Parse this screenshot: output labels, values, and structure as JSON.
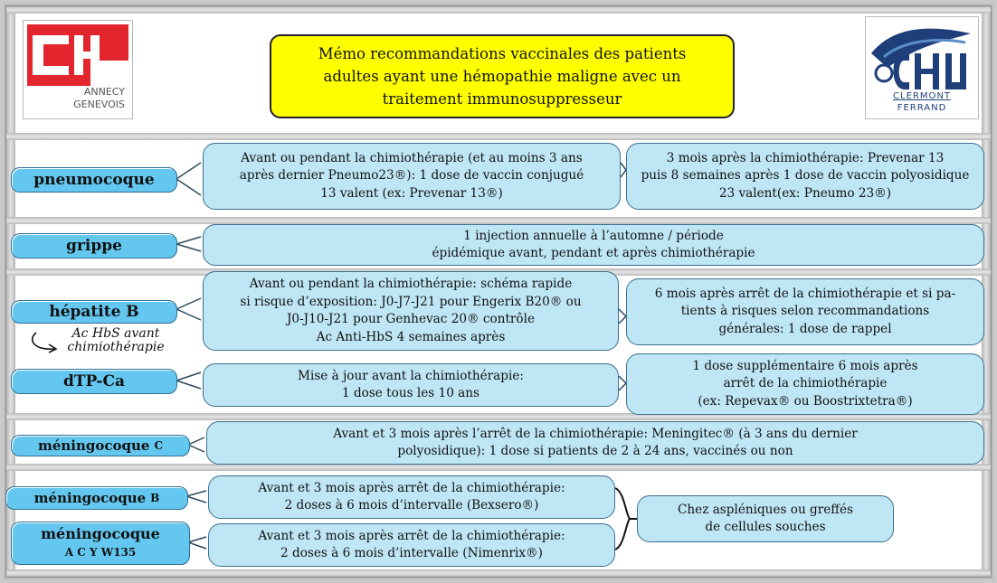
{
  "title_lines": [
    "Mémo recommandations vaccinales des patients",
    "adultes ayant une hémopathie maligne avec un",
    "traitement immunosuppresseur"
  ],
  "logo_left": {
    "mark": "CH",
    "line1": "ANNECY",
    "line2": "GENEVOIS",
    "color": "#e3262d"
  },
  "logo_right": {
    "mark": "CHU",
    "line1": "CLERMONT",
    "line2": "FERRAND",
    "color": "#1f3f7a"
  },
  "vaccines": {
    "pneumocoque": "pneumocoque",
    "grippe": "grippe",
    "hepatite_b": "hépatite B",
    "hepatite_note": [
      "Ac HbS avant",
      "chimiothérapie"
    ],
    "dtp": "dTP-Ca",
    "menc_main": "méningocoque",
    "menc_suffix": "C",
    "menb_main": "méningocoque",
    "menb_suffix": "B",
    "menacyw_main": "méningocoque",
    "menacyw_sub": "A C Y W135"
  },
  "bubbles": {
    "pneumo_before": [
      "Avant ou pendant la chimiothérapie (et au moins 3 ans",
      "après dernier Pneumo23®): 1 dose de vaccin conjugué",
      "13 valent (ex: Prevenar 13®)"
    ],
    "pneumo_after": [
      "3 mois après la chimiothérapie: Prevenar 13",
      "puis 8 semaines après 1 dose de vaccin polyosidique",
      "23 valent(ex: Pneumo 23®)"
    ],
    "grippe": [
      "1 injection annuelle à l’automne / période",
      "épidémique avant, pendant et après chimiothérapie"
    ],
    "hepb_before": [
      "Avant ou pendant la chimiothérapie: schéma rapide",
      "si risque d’exposition: J0-J7-J21 pour Engerix B20® ou",
      "J0-J10-J21 pour Genhevac 20® contrôle",
      "Ac Anti-HbS 4 semaines après"
    ],
    "hepb_after": [
      "6 mois après arrêt de la chimiothérapie et si pa-",
      "tients à risques selon recommandations",
      "générales: 1 dose de rappel"
    ],
    "dtp_before": [
      "Mise à jour avant la chimiothérapie:",
      "1 dose tous les 10 ans"
    ],
    "dtp_after": [
      "1 dose supplémentaire 6 mois après",
      "arrêt de la chimiothérapie",
      "(ex: Repevax® ou Boostrixtetra®)"
    ],
    "menc": [
      "Avant et 3 mois après l’arrêt de la chimiothérapie: Meningitec® (à 3 ans du dernier",
      "polyosidique): 1 dose si patients de 2 à 24 ans, vaccinés ou non"
    ],
    "menb": [
      "Avant et 3 mois après arrêt de la chimiothérapie:",
      "2 doses à 6 mois d’intervalle (Bexsero®)"
    ],
    "menacyw": [
      "Avant et 3 mois après arrêt de la chimiothérapie:",
      "2 doses à 6 mois d’intervalle (Nimenrix®)"
    ],
    "asplenic": [
      "Chez aspléniques ou greffés",
      "de cellules souches"
    ]
  },
  "colors": {
    "title_bg": "#ffff00",
    "vaccine_bg": "#63c7ef",
    "bubble_bg": "#bfe6f5",
    "border": "#3b6f8e"
  }
}
